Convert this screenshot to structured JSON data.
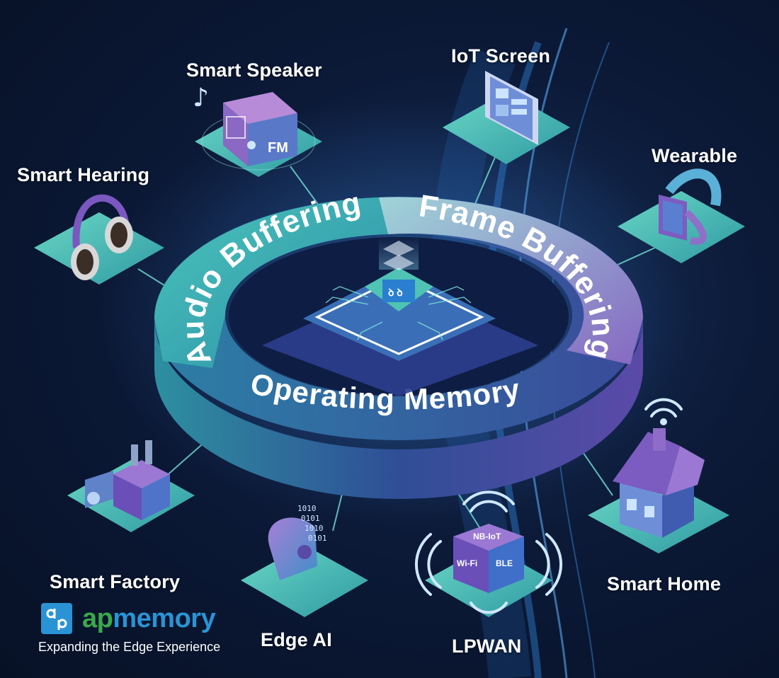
{
  "ring": {
    "audio_label": "Audio Buffering",
    "frame_label": "Frame Buffering",
    "operating_label": "Operating Memory"
  },
  "devices": {
    "smart_speaker": "Smart Speaker",
    "iot_screen": "IoT Screen",
    "wearable": "Wearable",
    "smart_hearing": "Smart Hearing",
    "smart_home": "Smart Home",
    "lpwan": "LPWAN",
    "edge_ai": "Edge AI",
    "smart_factory": "Smart Factory"
  },
  "speaker_badge": "FM",
  "lpwan_cube": {
    "top": "NB-IoT",
    "left": "Wi-Fi",
    "right": "BLE"
  },
  "binary_text": [
    "1010",
    "0101",
    "1010",
    "0101"
  ],
  "brand": {
    "prefix": "ap",
    "suffix": "memory",
    "tagline": "Expanding the Edge Experience"
  },
  "colors": {
    "background": "#0c1a38",
    "ring_teal": "#3bbcb8",
    "ring_blue": "#3a5aa8",
    "ring_purple": "#8a70c8",
    "tile": "#4fc4b4",
    "brand_green": "#3aa84a",
    "brand_blue": "#2a93d5"
  }
}
